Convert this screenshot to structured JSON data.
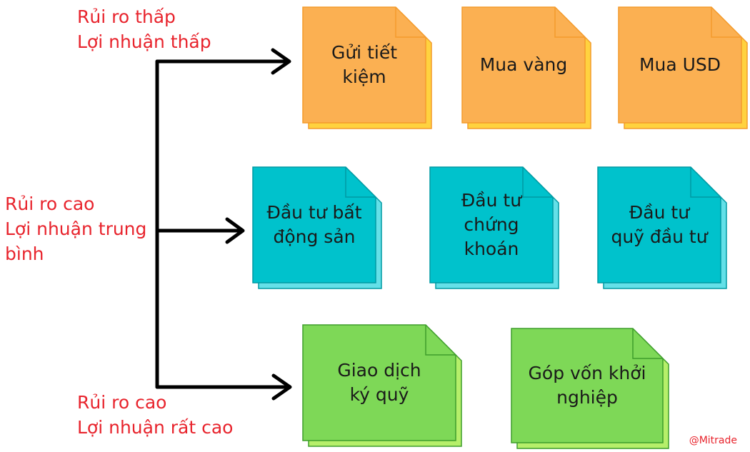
{
  "labels": {
    "low": "Rủi ro thấp\nLợi nhuận thấp",
    "medium": "Rủi ro cao\nLợi nhuận trung\nbình",
    "high": "Rủi ro cao\nLợi nhuận rất cao"
  },
  "colors": {
    "label": "#e8242d",
    "orange_fill": "#fbb052",
    "orange_back": "#ffd23f",
    "orange_stroke": "#f49b2c",
    "teal_fill": "#00c2cc",
    "teal_back": "#64e0e8",
    "teal_stroke": "#009aa3",
    "green_fill": "#7ed857",
    "green_back": "#b6ef6a",
    "green_stroke": "#3f9e2c",
    "arrow": "#000000"
  },
  "groups": {
    "low": {
      "color": "orange",
      "notes": [
        {
          "text": "Gửi tiết\nkiệm"
        },
        {
          "text": "Mua vàng"
        },
        {
          "text": "Mua USD"
        }
      ]
    },
    "medium": {
      "color": "teal",
      "notes": [
        {
          "text": "Đầu tư bất\nđộng sản"
        },
        {
          "text": "Đầu tư\nchứng\nkhoán"
        },
        {
          "text": "Đầu tư\nquỹ đầu tư"
        }
      ]
    },
    "high": {
      "color": "green",
      "notes": [
        {
          "text": "Giao dịch\nký quỹ"
        },
        {
          "text": "Góp vốn khởi\nnghiệp"
        }
      ]
    }
  },
  "watermark": "@Mitrade"
}
